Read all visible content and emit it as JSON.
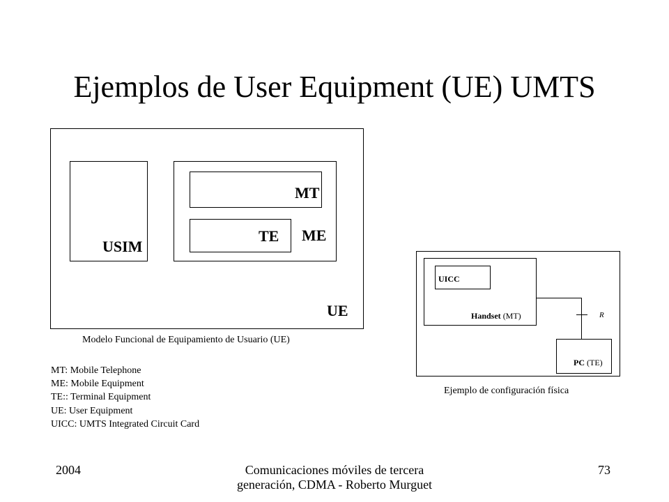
{
  "slide": {
    "title": "Ejemplos de User Equipment (UE) UMTS"
  },
  "functional_model": {
    "ue_label": "UE",
    "usim_label": "USIM",
    "mt_label": "MT",
    "te_label": "TE",
    "me_label": "ME",
    "caption": "Modelo Funcional de Equipamiento de Usuario (UE)"
  },
  "legend": {
    "items": [
      "MT: Mobile Telephone",
      "ME: Mobile Equipment",
      "TE:: Terminal Equipment",
      "UE: User Equipment",
      "UICC: UMTS Integrated Circuit Card"
    ]
  },
  "physical_config": {
    "uicc_label": "UICC",
    "handset_bold": "Handset",
    "handset_suffix": "(MT)",
    "r_label": "R",
    "pc_bold": "PC",
    "pc_suffix": "(TE)",
    "caption": "Ejemplo de configuración física"
  },
  "footer": {
    "year": "2004",
    "center_text": "Comunicaciones móviles de tercera generación, CDMA - Roberto Murguet",
    "page_number": "73"
  }
}
